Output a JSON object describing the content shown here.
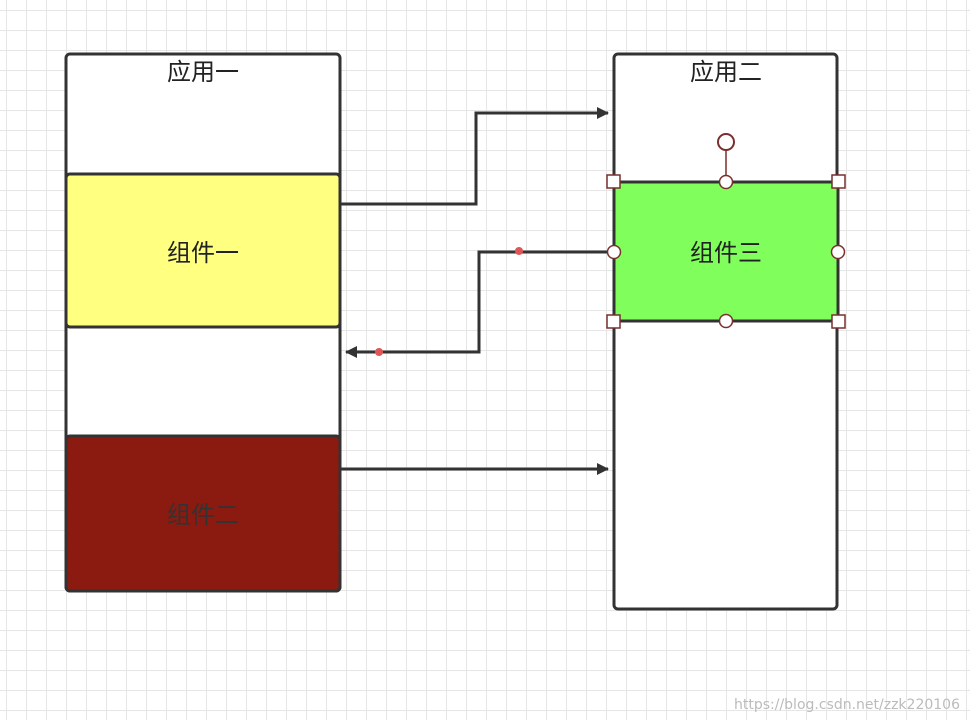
{
  "diagram": {
    "app_one": {
      "title": "应用一"
    },
    "app_two": {
      "title": "应用二"
    },
    "component_one": {
      "label": "组件一",
      "fill": "#ffff80"
    },
    "component_two": {
      "label": "组件二",
      "fill": "#8b1a10"
    },
    "component_three": {
      "label": "组件三",
      "fill": "#80ff5c",
      "selected": true
    },
    "arrows": [
      {
        "from": "component_one",
        "to": "app_two"
      },
      {
        "from": "component_three",
        "to": "app_one"
      },
      {
        "from": "component_two",
        "to": "app_two"
      }
    ]
  },
  "watermark": "https://blog.csdn.net/zzk220106",
  "colors": {
    "stroke": "#333333",
    "selection_handle": "#7a2e2e",
    "endpoint_dot": "#e05555",
    "grid": "#e6e6e6"
  }
}
